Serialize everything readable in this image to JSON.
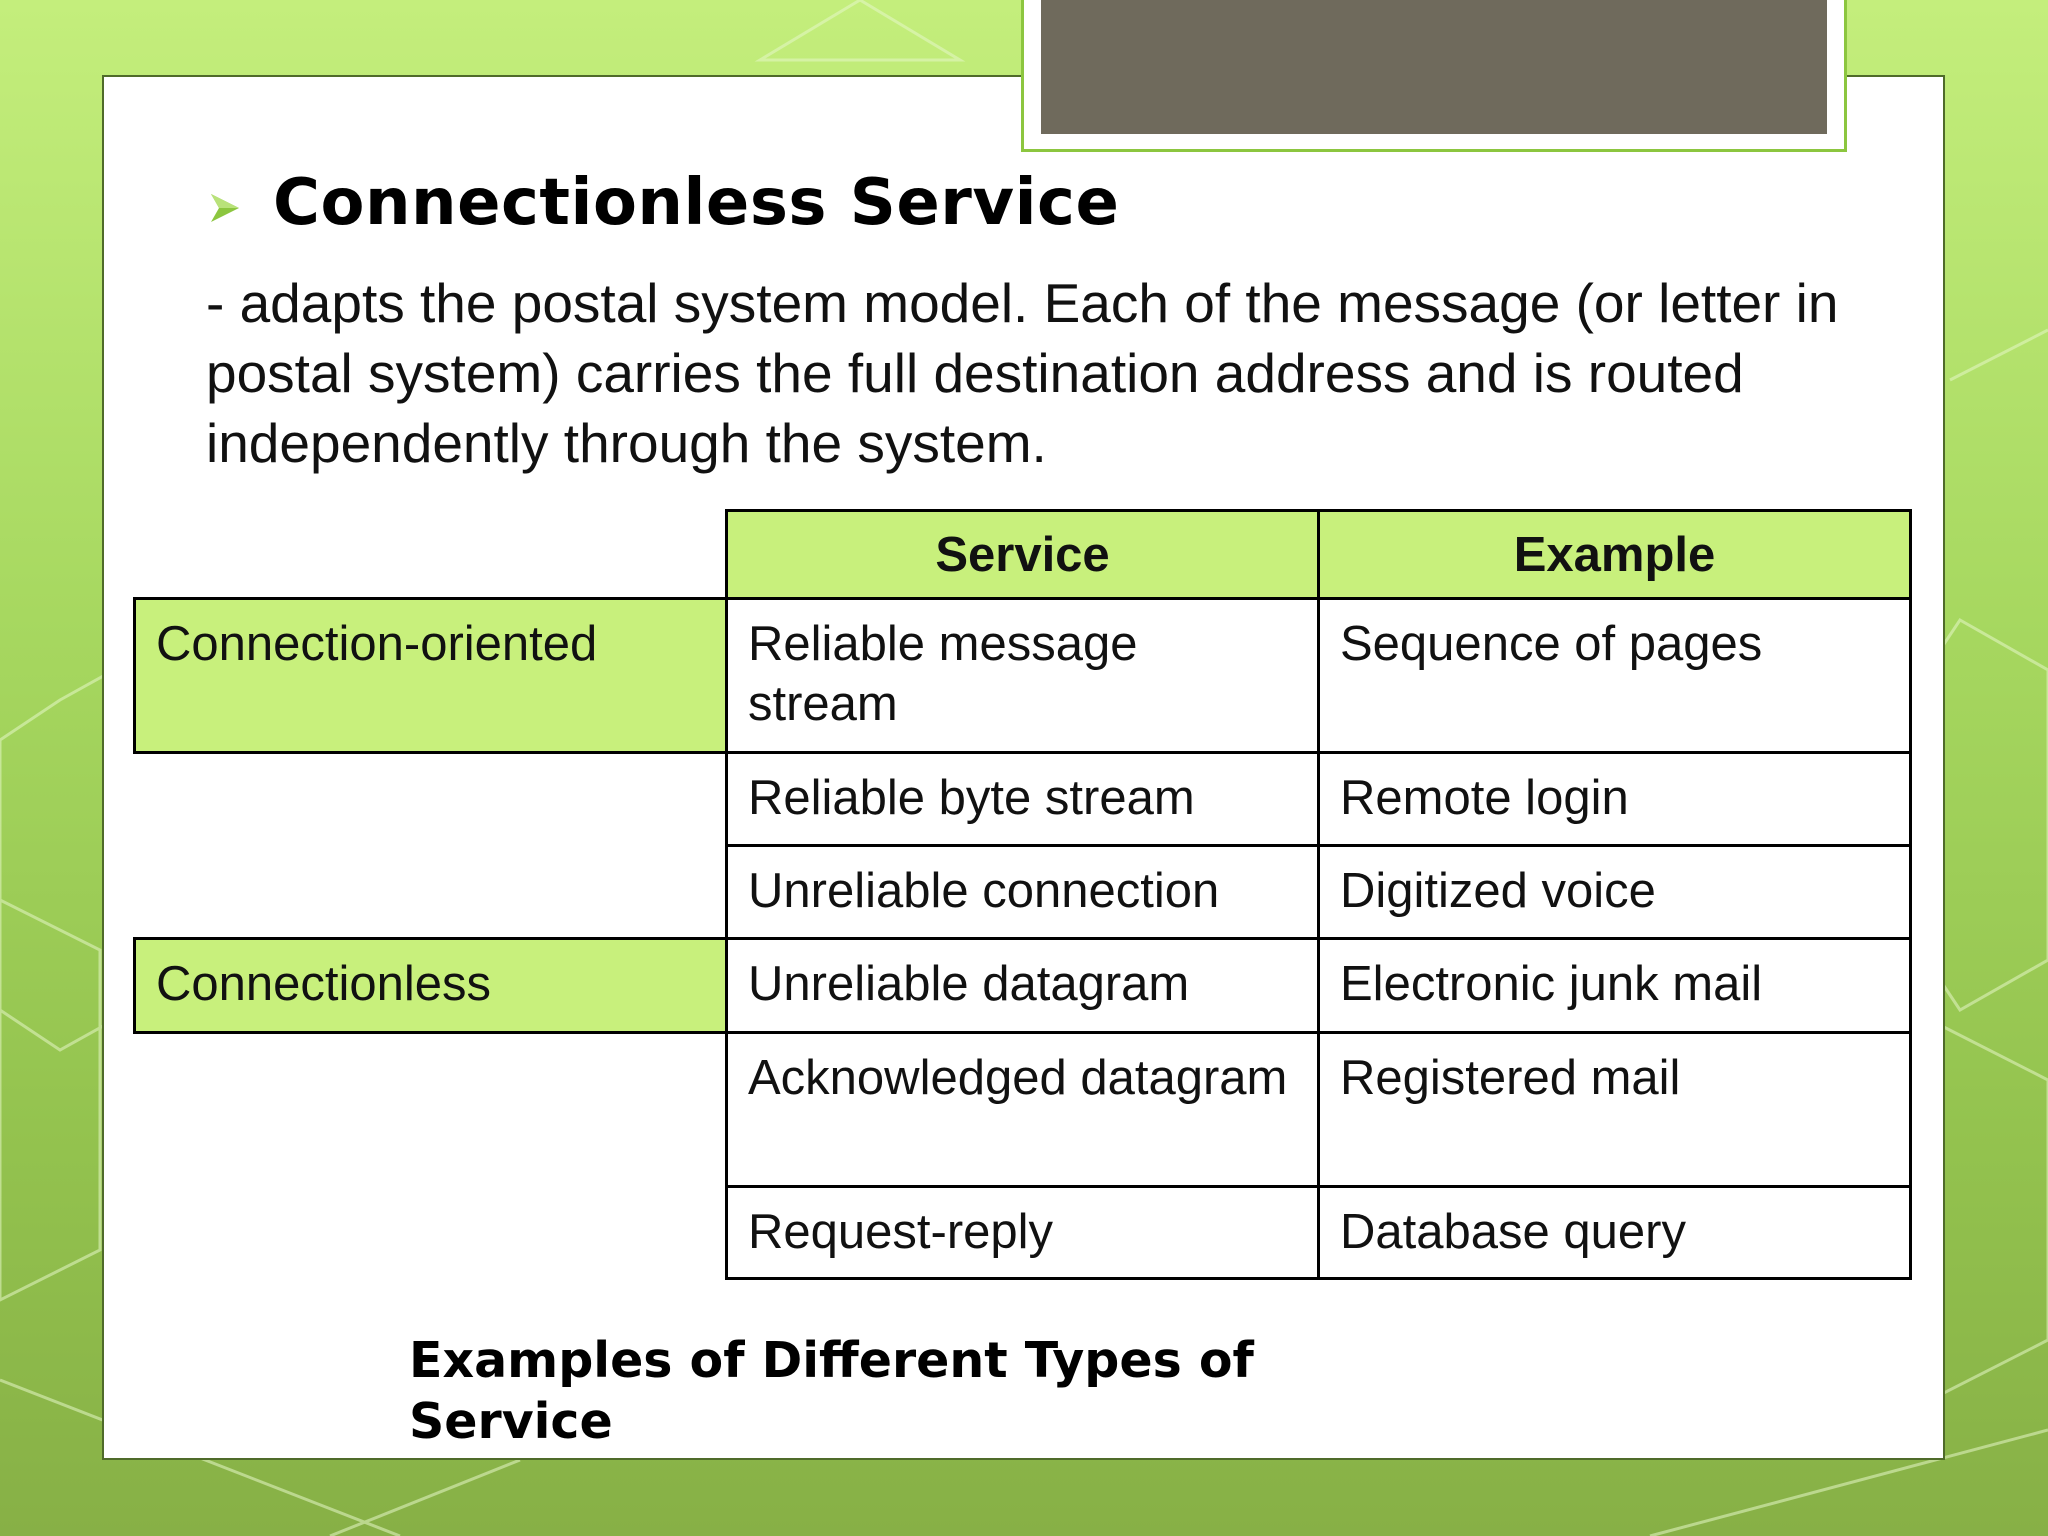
{
  "heading": {
    "bullet_icon": "arrowhead-bullet",
    "text": "Connectionless Service"
  },
  "paragraph": " - adapts the postal system model. Each of the message (or letter in postal system) carries the full destination address and is routed independently through the system.",
  "table": {
    "headers": {
      "service": "Service",
      "example": "Example"
    },
    "categories": {
      "connection_oriented": "Connection-oriented",
      "connectionless": "Connectionless"
    },
    "rows": [
      {
        "service": "Reliable message stream",
        "example": "Sequence of pages"
      },
      {
        "service": "Reliable byte stream",
        "example": "Remote login"
      },
      {
        "service": "Unreliable connection",
        "example": "Digitized voice"
      },
      {
        "service": "Unreliable datagram",
        "example": "Electronic junk mail"
      },
      {
        "service": "Acknowledged datagram",
        "example": "Registered mail"
      },
      {
        "service": "Request-reply",
        "example": "Database query"
      }
    ]
  },
  "caption": "Examples of Different Types of Service",
  "colors": {
    "accent_green": "#c8f07c",
    "background_green": "#a7d860",
    "title_block": "#6f6a5c"
  }
}
